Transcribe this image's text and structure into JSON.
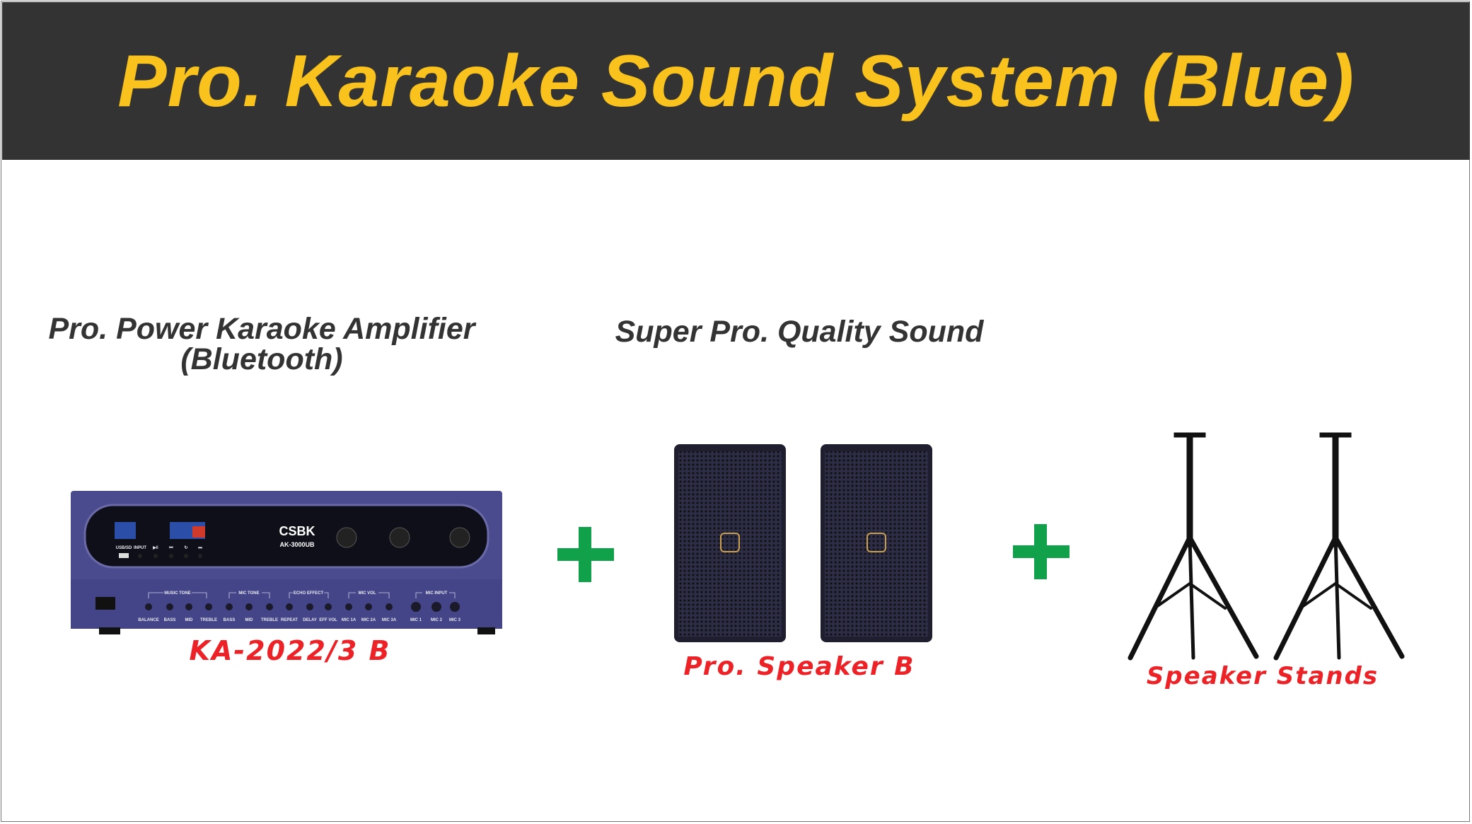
{
  "header": {
    "title": "Pro. Karaoke Sound System (Blue)"
  },
  "sections": {
    "amplifier_heading_line1": "Pro. Power Karaoke Amplifier",
    "amplifier_heading_line2": "(Bluetooth)",
    "speaker_heading": "Super Pro. Quality Sound"
  },
  "products": {
    "amplifier": {
      "label": "KA-2022/3 B",
      "brand": "CSBK",
      "model": "AK-3000UB",
      "panel_groups": [
        "MUSIC TONE",
        "MIC TONE",
        "ECHO EFFECT",
        "MIC VOL",
        "MIC INPUT"
      ],
      "panel_knobs": [
        "BALANCE",
        "BASS",
        "MID",
        "TREBLE",
        "BASS",
        "MID",
        "TREBLE",
        "REPEAT",
        "DELAY",
        "EFF VOL",
        "MIC 1A",
        "MIC 2A",
        "MIC 3A",
        "MIC 1",
        "MIC 2",
        "MIC 3"
      ],
      "player_buttons": [
        "USB/SD",
        "INPUT",
        "▶‖",
        "⏮",
        "↻",
        "⏭"
      ]
    },
    "speaker": {
      "label": "Pro. Speaker B"
    },
    "stands": {
      "label": "Speaker Stands"
    }
  },
  "colors": {
    "header_bg": "#333333",
    "title": "#f9c21c",
    "label": "#ec2227",
    "plus": "#12a14b",
    "amp_body": "#4a4a8e"
  }
}
